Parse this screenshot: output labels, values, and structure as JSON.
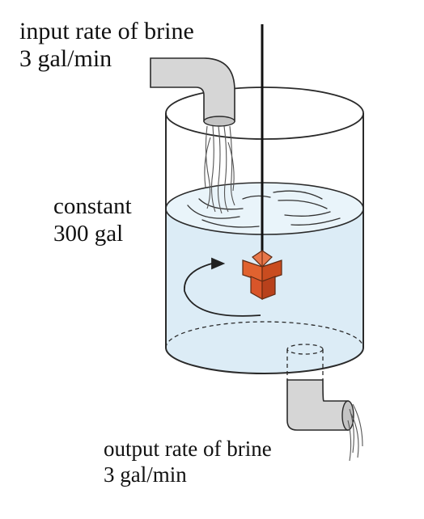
{
  "labels": {
    "input": {
      "line1": "input rate of brine",
      "line2": "3 gal/min"
    },
    "tank_volume": {
      "line1": "constant",
      "line2": "300 gal"
    },
    "output": {
      "line1": "output rate of brine",
      "line2": "3 gal/min"
    }
  },
  "colors": {
    "water": "#dcecf6",
    "water_surface": "#e8f3f9",
    "pipe": "#d6d6d6",
    "paddle": "#d9552a",
    "paddle_dark": "#b8411c",
    "outline": "#2a2a2a"
  }
}
